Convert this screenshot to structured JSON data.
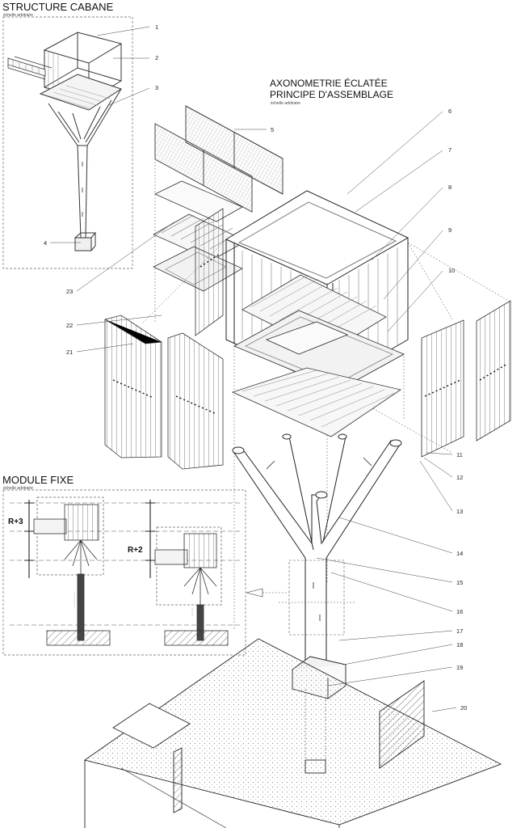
{
  "titles": {
    "structure": "STRUCTURE CABANE",
    "structure_scale": "échelle arbitraire",
    "axo_line1": "AXONOMETRIE ÉCLATÉE",
    "axo_line2": "PRINCIPE D'ASSEMBLAGE",
    "axo_scale": "échelle arbitraire",
    "module": "MODULE FIXE",
    "module_scale": "échelle arbitraire"
  },
  "levels": {
    "left": "R+3",
    "right": "R+2"
  },
  "callouts": [
    "1",
    "2",
    "3",
    "4",
    "5",
    "6",
    "7",
    "8",
    "9",
    "10",
    "11",
    "12",
    "13",
    "14",
    "15",
    "16",
    "17",
    "18",
    "19",
    "20",
    "21",
    "22",
    "23"
  ]
}
